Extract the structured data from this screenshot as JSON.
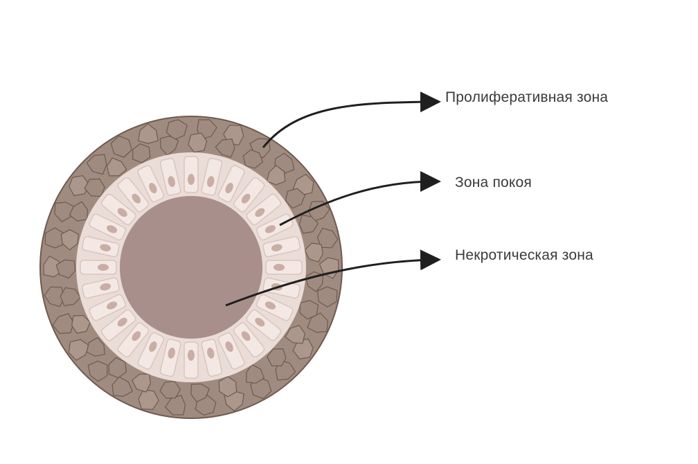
{
  "labels": {
    "proliferative_zone": "Пролиферативная зона",
    "quiescent_zone": "Зона покоя",
    "necrotic_zone": "Некротическая зона"
  },
  "colors": {
    "outer_layer": "#a08b80",
    "outer_cell_edge": "#6f5a50",
    "middle_layer": "#eadcd6",
    "middle_cell": "#f3e8e4",
    "middle_cell_edge": "#d8c6bf",
    "nucleus": "#c9aea6",
    "core": "#a88f8c",
    "arrow": "#1f1f1f"
  }
}
